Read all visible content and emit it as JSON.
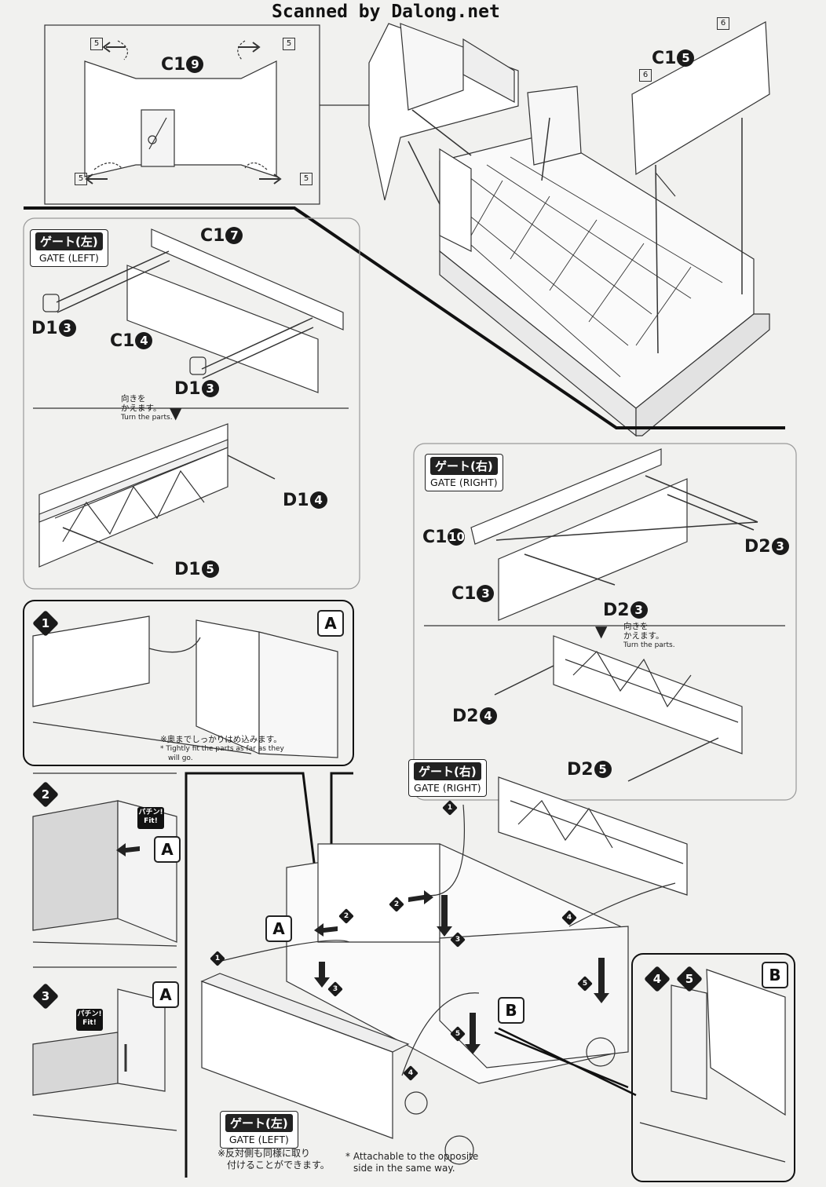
{
  "watermark": "Scanned by Dalong.net",
  "parts": {
    "c19": {
      "letter": "C1",
      "num": "9"
    },
    "c15": {
      "letter": "C1",
      "num": "5"
    },
    "c17": {
      "letter": "C1",
      "num": "7"
    },
    "c14": {
      "letter": "C1",
      "num": "4"
    },
    "d13a": {
      "letter": "D1",
      "num": "3"
    },
    "d13b": {
      "letter": "D1",
      "num": "3"
    },
    "d14": {
      "letter": "D1",
      "num": "4"
    },
    "d15": {
      "letter": "D1",
      "num": "5"
    },
    "c110": {
      "letter": "C1",
      "num": "10"
    },
    "c13": {
      "letter": "C1",
      "num": "3"
    },
    "d23a": {
      "letter": "D2",
      "num": "3"
    },
    "d23b": {
      "letter": "D2",
      "num": "3"
    },
    "d24": {
      "letter": "D2",
      "num": "4"
    },
    "d25": {
      "letter": "D2",
      "num": "5"
    }
  },
  "page_refs": {
    "p5": "5",
    "p6": "6"
  },
  "gate_left": {
    "jp": "ゲート(左)",
    "en": "GATE (LEFT)"
  },
  "gate_right": {
    "jp": "ゲート(右)",
    "en": "GATE (RIGHT)"
  },
  "turn_parts": {
    "jp_line1": "向きを",
    "jp_line2": "かえます。",
    "en": "Turn the parts."
  },
  "fit_note": {
    "jp": "※奥までしっかりはめ込みます。",
    "en_line1": "* Tightly fit the parts as far as they",
    "en_line2": "will go."
  },
  "fit_badge": {
    "jp": "パチン!",
    "en": "Fit!"
  },
  "steps": {
    "s1": "1",
    "s2": "2",
    "s3": "3",
    "s4": "4",
    "s5": "5"
  },
  "badges": {
    "a": "A",
    "b": "B"
  },
  "bottom_note": {
    "jp_line1": "※反対側も同様に取り",
    "jp_line2": "付けることができます。",
    "en_line1": "* Attachable to the opposite",
    "en_line2": "side in the same way."
  }
}
